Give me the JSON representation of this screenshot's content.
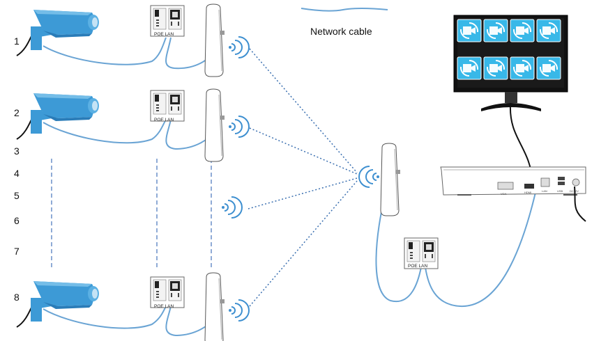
{
  "legend": {
    "label": "Network cable"
  },
  "cameras": [
    {
      "number": "1"
    },
    {
      "number": "2"
    },
    {
      "number": "8"
    }
  ],
  "placeholder_numbers": [
    "3",
    "4",
    "5",
    "6",
    "7"
  ],
  "poe_injector": {
    "port_label": "POE LAN"
  },
  "nvr": {
    "port_labels": [
      "VGA",
      "HDMI",
      "LAN",
      "USB",
      "DC12V"
    ]
  },
  "colors": {
    "camera_blue": "#3d9ad6",
    "cable_blue": "#6aa4d4",
    "wireless_dots": "#3a6fb0",
    "monitor_tile": "#38b8e8"
  },
  "icons": [
    "security-camera-icon",
    "poe-injector-icon",
    "wireless-bridge-icon",
    "monitor-icon",
    "nvr-recorder-icon",
    "wifi-signal-icon"
  ]
}
